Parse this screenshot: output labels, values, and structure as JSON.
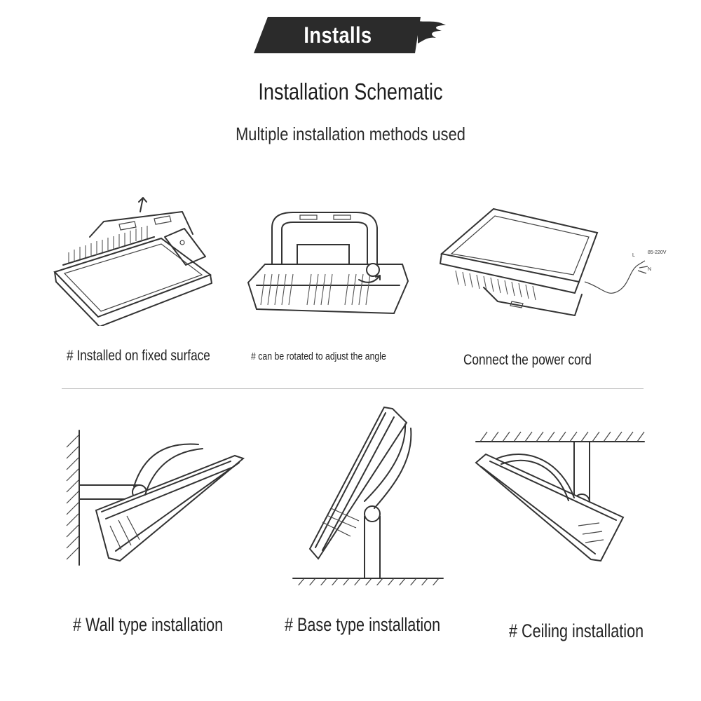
{
  "header": {
    "banner_label": "Installs",
    "title": "Installation Schematic",
    "subtitle": "Multiple installation methods used"
  },
  "top_row": [
    {
      "caption": "# Installed on fixed surface"
    },
    {
      "caption": "# can be rotated to adjust the angle"
    },
    {
      "caption": "Connect the power cord",
      "wire_labels": [
        "L",
        "N"
      ],
      "voltage_label": "85-220V"
    }
  ],
  "bottom_row": [
    {
      "caption": "# Wall type installation"
    },
    {
      "caption": "# Base type installation"
    },
    {
      "caption": "# Ceiling installation"
    }
  ],
  "colors": {
    "banner": "#2b2b2b",
    "text": "#222222",
    "line_art": "#333333",
    "divider": "#bcbcbc"
  }
}
